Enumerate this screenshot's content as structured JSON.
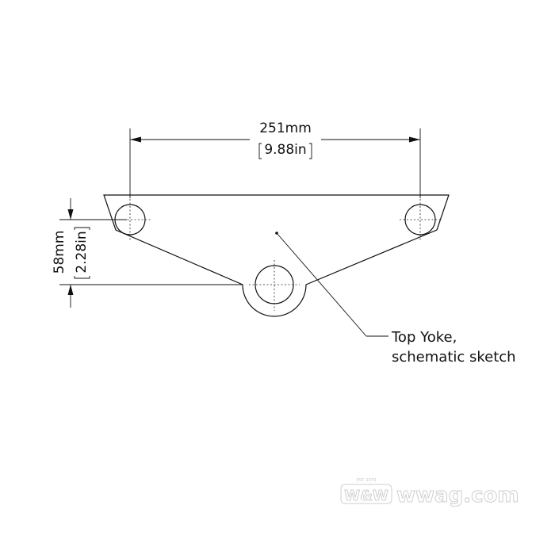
{
  "dimensions": {
    "width": {
      "metric": "251mm",
      "imperial": "9.88in"
    },
    "height": {
      "metric": "58mm",
      "imperial": "2.28in"
    }
  },
  "callout": {
    "line1": "Top Yoke,",
    "line2": "schematic sketch"
  },
  "watermark": {
    "logo": "W&W",
    "site": "wwag.com",
    "est": "EST. 1979"
  }
}
